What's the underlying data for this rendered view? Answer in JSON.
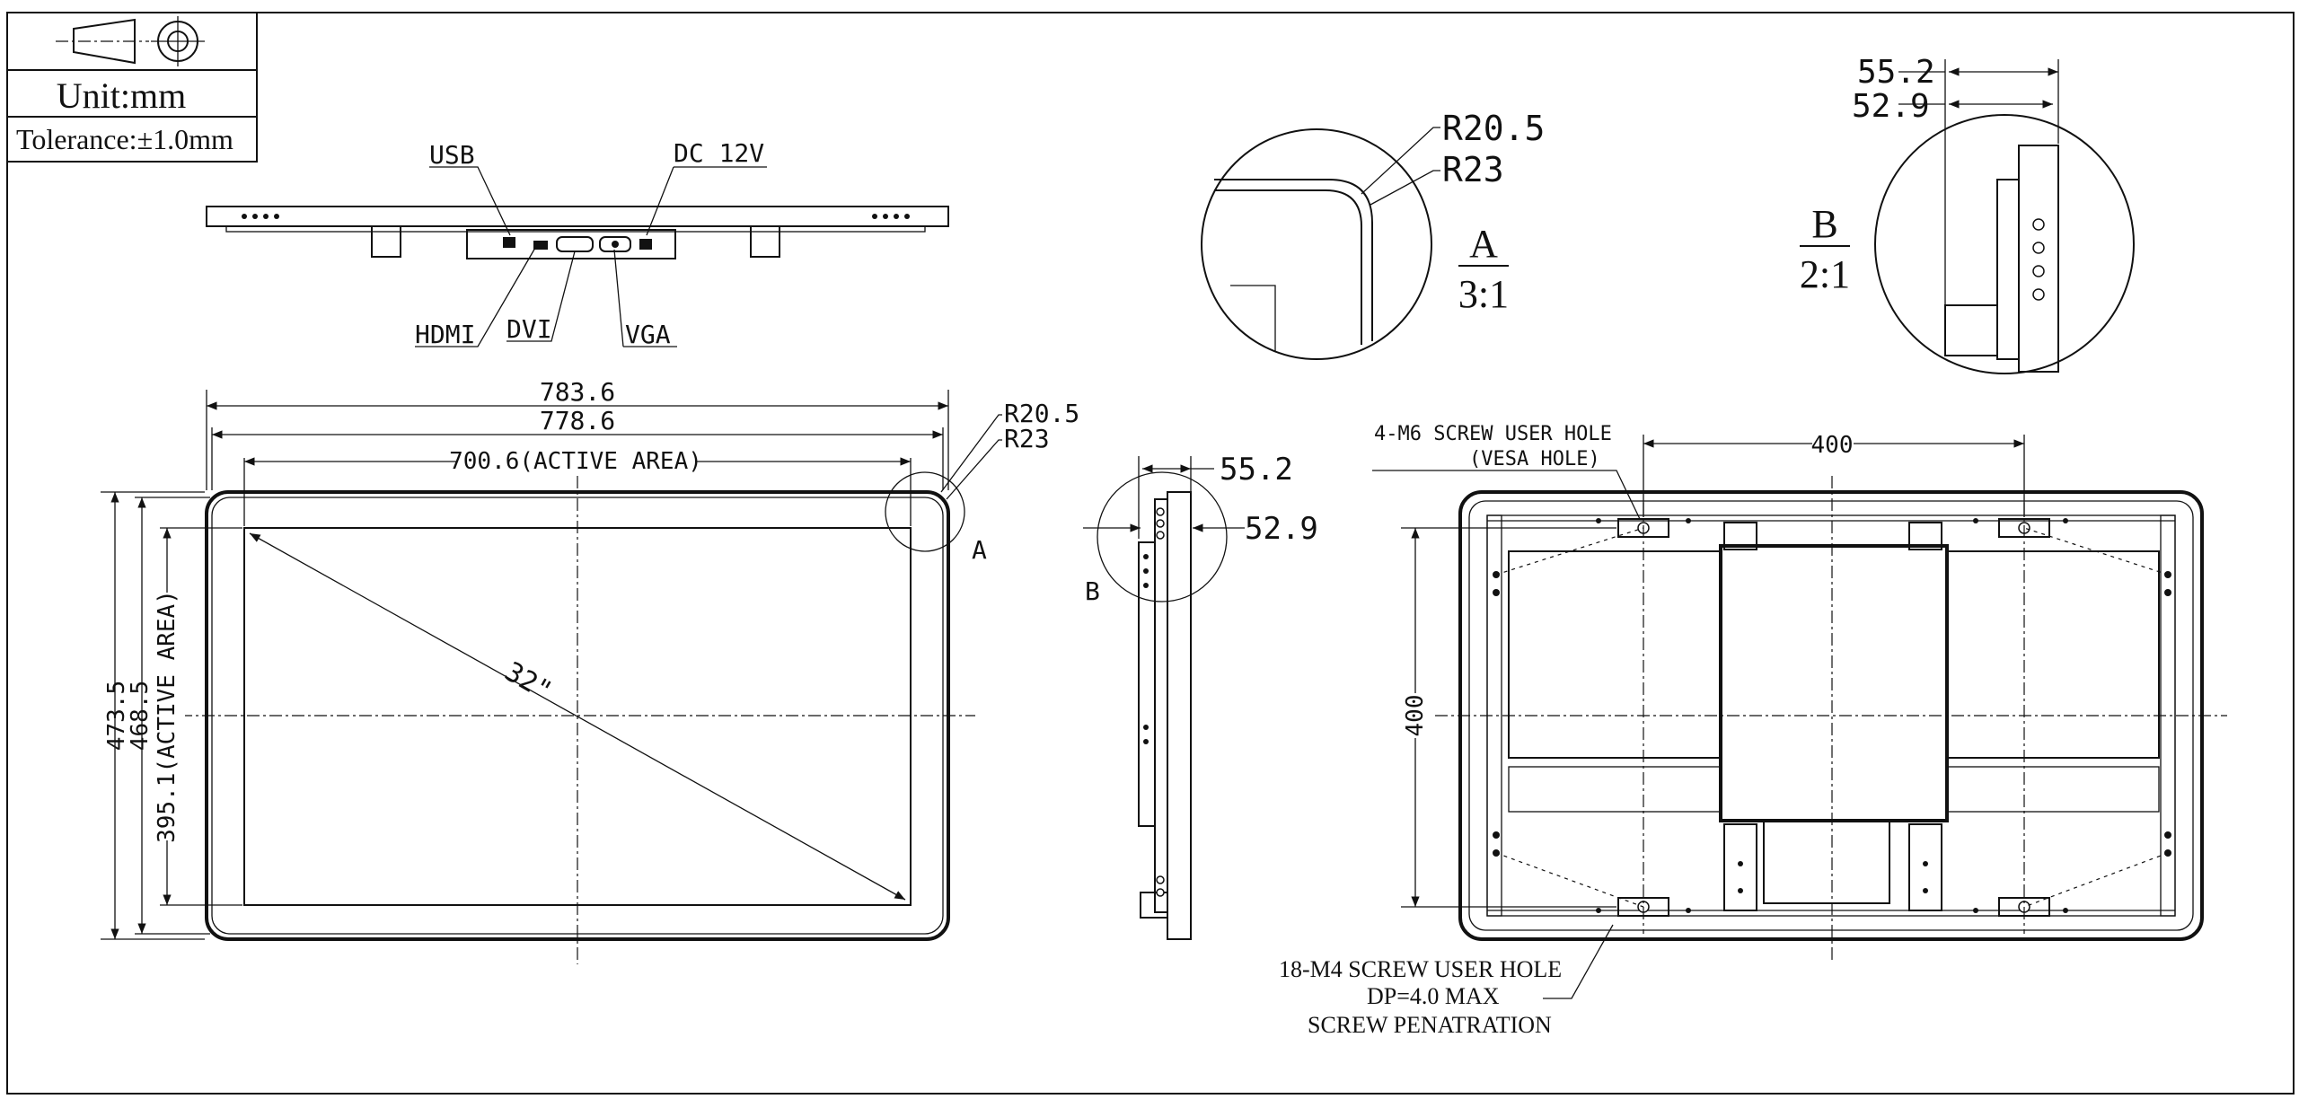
{
  "title_block": {
    "unit": "Unit:mm",
    "tolerance": "Tolerance:±1.0mm",
    "projection_symbol": "first-angle-projection-icon"
  },
  "top_view": {
    "usb": "USB",
    "dc": "DC 12V",
    "hdmi": "HDMI",
    "dvi": "DVI",
    "vga": "VGA"
  },
  "front_view": {
    "width_overall": "783.6",
    "width_inner": "778.6",
    "width_active": "700.6(ACTIVE AREA)",
    "height_overall": "473.5",
    "height_inner": "468.5",
    "height_active": "395.1(ACTIVE AREA)",
    "diagonal": "32\"",
    "radius_1": "R20.5",
    "radius_2": "R23",
    "detail_callout": "A"
  },
  "side_view": {
    "depth_1": "55.2",
    "depth_2": "52.9",
    "detail_callout": "B"
  },
  "detail_a": {
    "radius_1": "R20.5",
    "radius_2": "R23",
    "label": "A",
    "scale": "3:1"
  },
  "detail_b": {
    "depth_1": "55.2",
    "depth_2": "52.9",
    "label": "B",
    "scale": "2:1"
  },
  "rear_view": {
    "vesa_note_line1": "4-M6 SCREW USER HOLE",
    "vesa_note_line2": "(VESA HOLE)",
    "vesa_width": "400",
    "vesa_height": "400",
    "screw_note_line1": "18-M4 SCREW USER HOLE",
    "screw_note_line2": "DP=4.0 MAX",
    "screw_note_line3": "SCREW PENATRATION"
  }
}
